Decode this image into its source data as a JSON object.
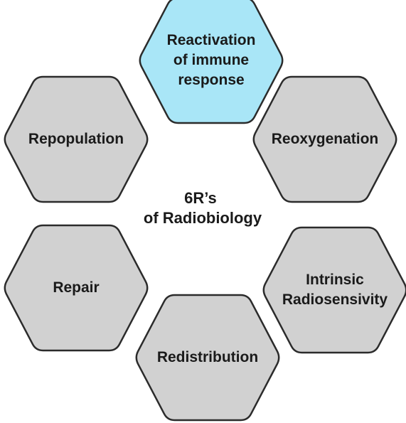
{
  "center_label": [
    "6R’s",
    "of Radiobiology"
  ],
  "colors": {
    "highlight_fill": "#a9e6f7",
    "default_fill": "#d1d1d1",
    "stroke": "#2b2b2b",
    "text": "#1a1a1a"
  },
  "nodes": [
    {
      "id": "reactivation",
      "lines": [
        "Reactivation",
        "of immune",
        "response"
      ],
      "highlighted": true
    },
    {
      "id": "reoxygenation",
      "lines": [
        "Reoxygenation"
      ],
      "highlighted": false
    },
    {
      "id": "intrinsic-radiosensivity",
      "lines": [
        "Intrinsic",
        "Radiosensivity"
      ],
      "highlighted": false
    },
    {
      "id": "redistribution",
      "lines": [
        "Redistribution"
      ],
      "highlighted": false
    },
    {
      "id": "repair",
      "lines": [
        "Repair"
      ],
      "highlighted": false
    },
    {
      "id": "repopulation",
      "lines": [
        "Repopulation"
      ],
      "highlighted": false
    }
  ]
}
